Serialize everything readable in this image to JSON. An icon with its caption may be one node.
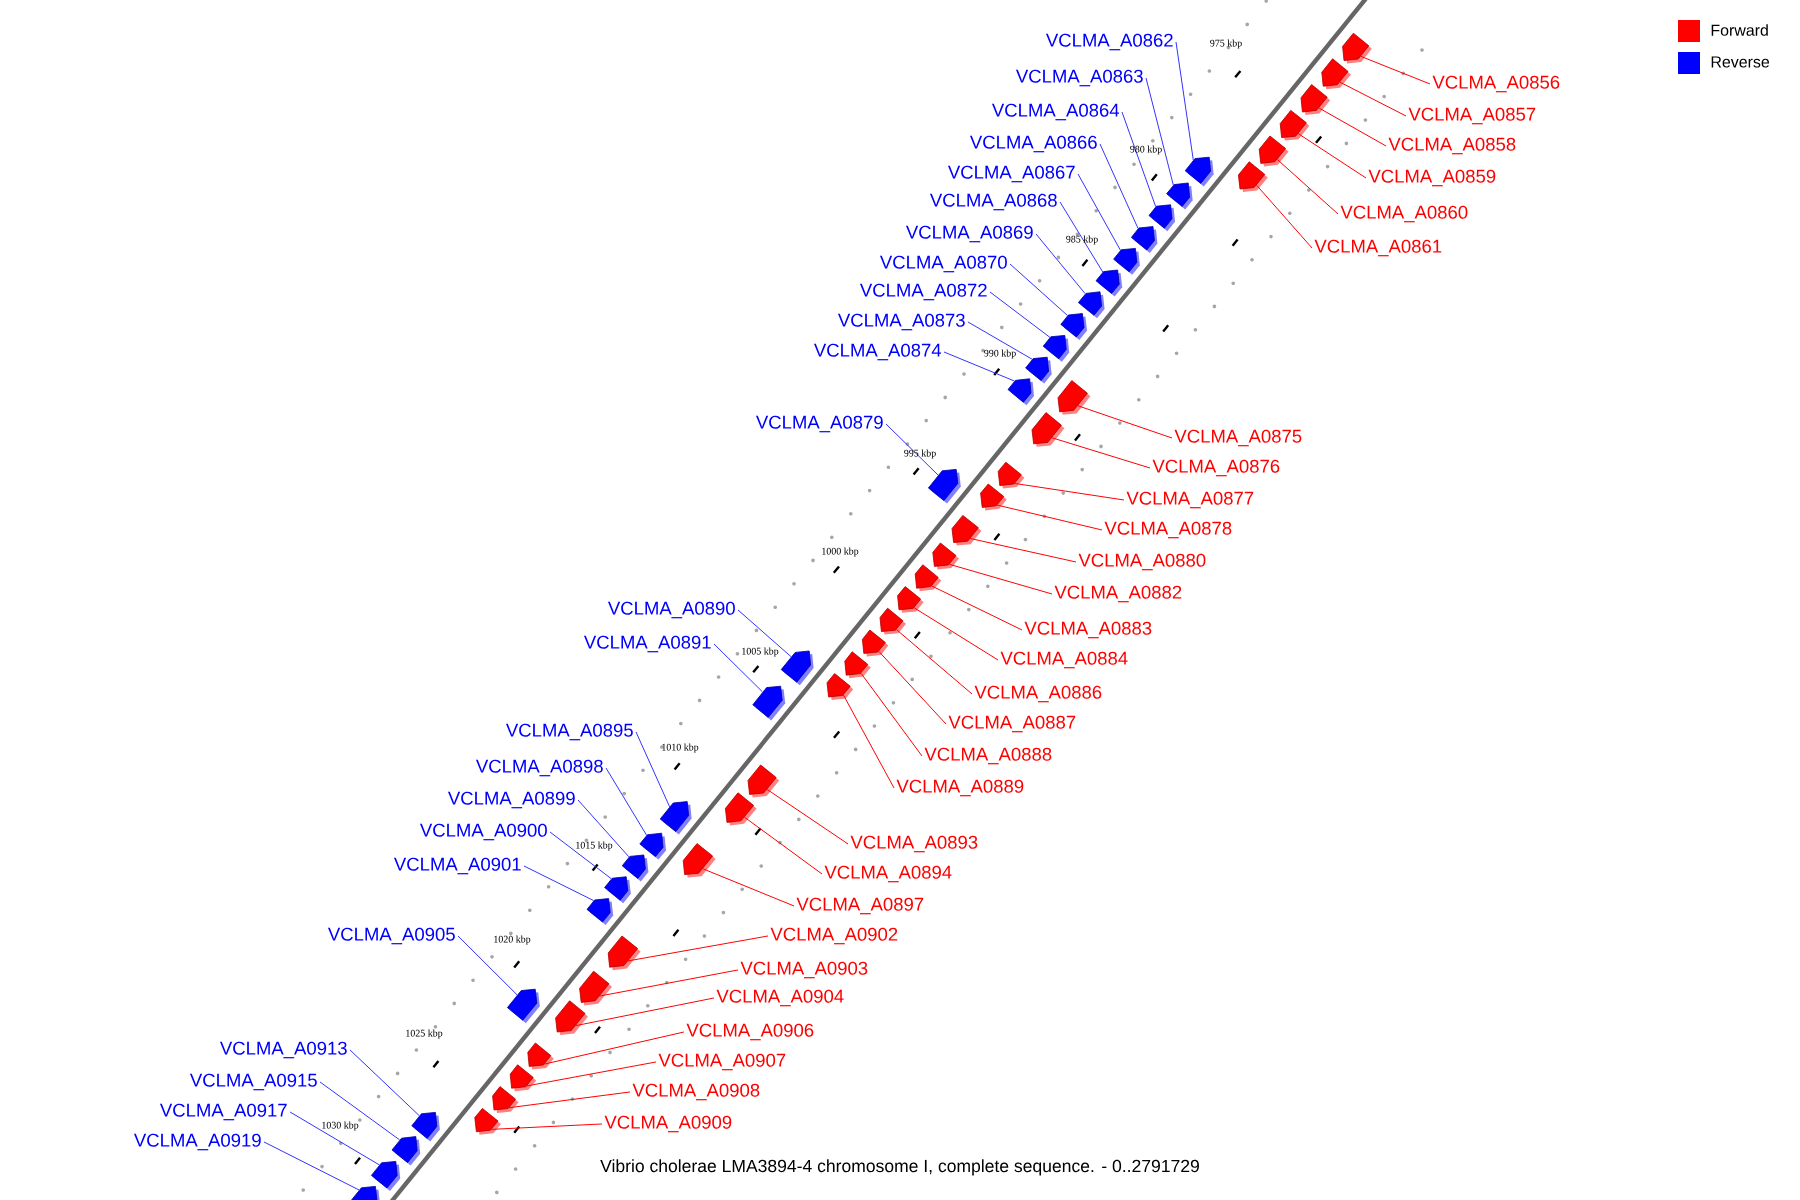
{
  "diagram": {
    "caption": "Vibrio cholerae LMA3894-4 chromosome I, complete sequence. - 0..2791729",
    "nodes": [
      {
        "text": [
          "VCLMA_A0856"
        ]
      },
      {
        "text": [
          "VCLMA_A0857"
        ]
      },
      {
        "text": [
          "VCLMA_A0858"
        ]
      },
      {
        "text": [
          "VCLMA_A0859"
        ]
      },
      {
        "text": [
          "VCLMA_A0860"
        ]
      },
      {
        "text": [
          "VCLMA_A0861"
        ]
      },
      {
        "text": [
          "VCLMA_A0862"
        ]
      },
      {
        "text": [
          "VCLMA_A0863"
        ]
      },
      {
        "text": [
          "VCLMA_A0864"
        ]
      },
      {
        "text": [
          "VCLMA_A0866"
        ]
      },
      {
        "text": [
          "VCLMA_A0867"
        ]
      },
      {
        "text": [
          "VCLMA_A0868"
        ]
      },
      {
        "text": [
          "VCLMA_A0869"
        ]
      },
      {
        "text": [
          "VCLMA_A0870"
        ]
      },
      {
        "text": [
          "VCLMA_A0872"
        ]
      },
      {
        "text": [
          "VCLMA_A0873"
        ]
      },
      {
        "text": [
          "VCLMA_A0874"
        ]
      },
      {
        "text": [
          "VCLMA_A0875"
        ]
      },
      {
        "text": [
          "VCLMA_A0876"
        ]
      },
      {
        "text": [
          "VCLMA_A0877"
        ]
      },
      {
        "text": [
          "VCLMA_A0878"
        ]
      },
      {
        "text": [
          "VCLMA_A0879"
        ]
      },
      {
        "text": [
          "VCLMA_A0880"
        ]
      },
      {
        "text": [
          "VCLMA_A0882"
        ]
      },
      {
        "text": [
          "VCLMA_A0883"
        ]
      },
      {
        "text": [
          "VCLMA_A0884"
        ]
      },
      {
        "text": [
          "VCLMA_A0886"
        ]
      },
      {
        "text": [
          "VCLMA_A0887"
        ]
      },
      {
        "text": [
          "VCLMA_A0888"
        ]
      },
      {
        "text": [
          "VCLMA_A0889"
        ]
      },
      {
        "text": [
          "VCLMA_A0890"
        ]
      },
      {
        "text": [
          "VCLMA_A0891"
        ]
      },
      {
        "text": [
          "VCLMA_A0893"
        ]
      },
      {
        "text": [
          "VCLMA_A0894"
        ]
      },
      {
        "text": [
          "VCLMA_A0895"
        ]
      },
      {
        "text": [
          "VCLMA_A0897"
        ]
      },
      {
        "text": [
          "VCLMA_A0898"
        ]
      },
      {
        "text": [
          "VCLMA_A0899"
        ]
      },
      {
        "text": [
          "VCLMA_A0900"
        ]
      },
      {
        "text": [
          "VCLMA_A0901"
        ]
      },
      {
        "text": [
          "VCLMA_A0902"
        ]
      },
      {
        "text": [
          "VCLMA_A0903"
        ]
      },
      {
        "text": [
          "VCLMA_A0904"
        ]
      },
      {
        "text": [
          "VCLMA_A0905"
        ]
      },
      {
        "text": [
          "VCLMA_A0906"
        ]
      },
      {
        "text": [
          "VCLMA_A0907"
        ]
      },
      {
        "text": [
          "VCLMA_A0908"
        ]
      },
      {
        "text": [
          "VCLMA_A0909"
        ]
      },
      {
        "text": [
          "VCLMA_A0913"
        ]
      },
      {
        "text": [
          "VCLMA_A0915"
        ]
      },
      {
        "text": [
          "VCLMA_A0917"
        ]
      },
      {
        "text": [
          "VCLMA_A0919"
        ]
      },
      {
        "text": [],
        "shape": "arrow"
      },
      {
        "text": [],
        "shape": "arrow"
      },
      {
        "text": [],
        "shape": "arrow"
      },
      {
        "text": [],
        "shape": "arrow"
      },
      {
        "text": [],
        "shape": "arrow"
      },
      {
        "text": [],
        "shape": "arrow"
      },
      {
        "text": [],
        "shape": "arrow"
      },
      {
        "text": [],
        "shape": "arrow"
      },
      {
        "text": [],
        "shape": "arrow"
      },
      {
        "text": [],
        "shape": "arrow"
      },
      {
        "text": [],
        "shape": "arrow"
      },
      {
        "text": [],
        "shape": "arrow"
      },
      {
        "text": [],
        "shape": "arrow"
      },
      {
        "text": [],
        "shape": "arrow"
      },
      {
        "text": [],
        "shape": "arrow"
      },
      {
        "text": [],
        "shape": "arrow"
      },
      {
        "text": [],
        "shape": "arrow"
      },
      {
        "text": [],
        "shape": "arrow"
      },
      {
        "text": [],
        "shape": "arrow"
      },
      {
        "text": [],
        "shape": "arrow"
      },
      {
        "text": [],
        "shape": "arrow"
      },
      {
        "text": [],
        "shape": "arrow"
      },
      {
        "text": [],
        "shape": "arrow"
      },
      {
        "text": [],
        "shape": "arrow"
      },
      {
        "text": [],
        "shape": "arrow"
      },
      {
        "text": [],
        "shape": "arrow"
      },
      {
        "text": [],
        "shape": "arrow"
      },
      {
        "text": [],
        "shape": "arrow"
      },
      {
        "text": [],
        "shape": "arrow"
      },
      {
        "text": [],
        "shape": "arrow"
      },
      {
        "text": [],
        "shape": "arrow"
      },
      {
        "text": [],
        "shape": "arrow"
      },
      {
        "text": [],
        "shape": "arrow"
      },
      {
        "text": [],
        "shape": "arrow"
      },
      {
        "text": [],
        "shape": "arrow"
      },
      {
        "text": [],
        "shape": "arrow"
      },
      {
        "text": [],
        "shape": "arrow"
      },
      {
        "text": [],
        "shape": "arrow"
      },
      {
        "text": [],
        "shape": "arrow"
      },
      {
        "text": [],
        "shape": "arrow"
      },
      {
        "text": [],
        "shape": "arrow"
      },
      {
        "text": [],
        "shape": "arrow"
      },
      {
        "text": [],
        "shape": "arrow"
      },
      {
        "text": [],
        "shape": "arrow"
      },
      {
        "text": [],
        "shape": "arrow"
      },
      {
        "text": [],
        "shape": "arrow"
      },
      {
        "text": [],
        "shape": "arrow"
      },
      {
        "text": [],
        "shape": "arrow"
      },
      {
        "text": [],
        "shape": "arrow"
      },
      {
        "text": [],
        "shape": "arrow"
      },
      {
        "text": [],
        "shape": "arrow"
      },
      {
        "text": [],
        "shape": "arrow"
      }
    ],
    "edges": [
      {
        "from": 0,
        "to": 52,
        "arrow": "none"
      },
      {
        "from": 1,
        "to": 53,
        "arrow": "none"
      },
      {
        "from": 2,
        "to": 54,
        "arrow": "none"
      },
      {
        "from": 3,
        "to": 55,
        "arrow": "none"
      },
      {
        "from": 4,
        "to": 56,
        "arrow": "none"
      },
      {
        "from": 5,
        "to": 57,
        "arrow": "none"
      },
      {
        "from": 6,
        "to": 58,
        "arrow": "none",
        "color": "#3333ff"
      },
      {
        "from": 7,
        "to": 59,
        "arrow": "none",
        "color": "#3333ff"
      },
      {
        "from": 8,
        "to": 60,
        "arrow": "none",
        "color": "#3333ff"
      },
      {
        "from": 9,
        "to": 61,
        "arrow": "none",
        "color": "#3333ff"
      },
      {
        "from": 10,
        "to": 62,
        "arrow": "none",
        "color": "#3333ff"
      },
      {
        "from": 11,
        "to": 63,
        "arrow": "none",
        "color": "#3333ff"
      },
      {
        "from": 12,
        "to": 64,
        "arrow": "none",
        "color": "#3333ff"
      },
      {
        "from": 13,
        "to": 65,
        "arrow": "none",
        "color": "#3333ff"
      },
      {
        "from": 14,
        "to": 66,
        "arrow": "none",
        "color": "#3333ff"
      },
      {
        "from": 15,
        "to": 67,
        "arrow": "none",
        "color": "#3333ff"
      },
      {
        "from": 16,
        "to": 68,
        "arrow": "none",
        "color": "#3333ff"
      },
      {
        "from": 17,
        "to": 69,
        "arrow": "none"
      },
      {
        "from": 18,
        "to": 70,
        "arrow": "none"
      },
      {
        "from": 19,
        "to": 71,
        "arrow": "none"
      },
      {
        "from": 20,
        "to": 72,
        "arrow": "none"
      },
      {
        "from": 21,
        "to": 73,
        "arrow": "none",
        "color": "#3333ff"
      },
      {
        "from": 22,
        "to": 74,
        "arrow": "none"
      },
      {
        "from": 23,
        "to": 75,
        "arrow": "none"
      },
      {
        "from": 24,
        "to": 76,
        "arrow": "none"
      },
      {
        "from": 25,
        "to": 77,
        "arrow": "none"
      },
      {
        "from": 26,
        "to": 78,
        "arrow": "none"
      },
      {
        "from": 27,
        "to": 79,
        "arrow": "none"
      },
      {
        "from": 28,
        "to": 80,
        "arrow": "none"
      },
      {
        "from": 29,
        "to": 81,
        "arrow": "none"
      },
      {
        "from": 30,
        "to": 82,
        "arrow": "none",
        "color": "#3333ff"
      },
      {
        "from": 31,
        "to": 83,
        "arrow": "none",
        "color": "#3333ff"
      },
      {
        "from": 32,
        "to": 84,
        "arrow": "none"
      },
      {
        "from": 33,
        "to": 85,
        "arrow": "none"
      },
      {
        "from": 34,
        "to": 86,
        "arrow": "none",
        "color": "#3333ff"
      },
      {
        "from": 35,
        "to": 87,
        "arrow": "none"
      },
      {
        "from": 36,
        "to": 88,
        "arrow": "none",
        "color": "#3333ff"
      },
      {
        "from": 37,
        "to": 89,
        "arrow": "none",
        "color": "#3333ff"
      },
      {
        "from": 38,
        "to": 90,
        "arrow": "none",
        "color": "#3333ff"
      },
      {
        "from": 39,
        "to": 91,
        "arrow": "none",
        "color": "#3333ff"
      },
      {
        "from": 40,
        "to": 92,
        "arrow": "none"
      },
      {
        "from": 41,
        "to": 93,
        "arrow": "none"
      },
      {
        "from": 42,
        "to": 94,
        "arrow": "none"
      },
      {
        "from": 43,
        "to": 95,
        "arrow": "none",
        "color": "#3333ff"
      },
      {
        "from": 44,
        "to": 96,
        "arrow": "none"
      },
      {
        "from": 45,
        "to": 97,
        "arrow": "none"
      },
      {
        "from": 46,
        "to": 98,
        "arrow": "none"
      },
      {
        "from": 47,
        "to": 99,
        "arrow": "none"
      },
      {
        "from": 48,
        "to": 100,
        "arrow": "none",
        "color": "#3333ff"
      },
      {
        "from": 49,
        "to": 101,
        "arrow": "none",
        "color": "#3333ff"
      },
      {
        "from": 50,
        "to": 102,
        "arrow": "none",
        "color": "#3333ff"
      },
      {
        "from": 51,
        "to": 103,
        "arrow": "none",
        "color": "#3333ff"
      }
    ],
    "labels": [
      "975 kbp",
      "980 kbp",
      "985 kbp",
      "990 kbp",
      "995 kbp",
      "1000 kbp",
      "1005 kbp",
      "1010 kbp",
      "1015 kbp",
      "1020 kbp",
      "1025 kbp",
      "1030 kbp"
    ],
    "legend": [
      {
        "text": "Forward",
        "color": "#ff0000"
      },
      {
        "text": "Reverse",
        "color": "#0000ff"
      }
    ]
  }
}
